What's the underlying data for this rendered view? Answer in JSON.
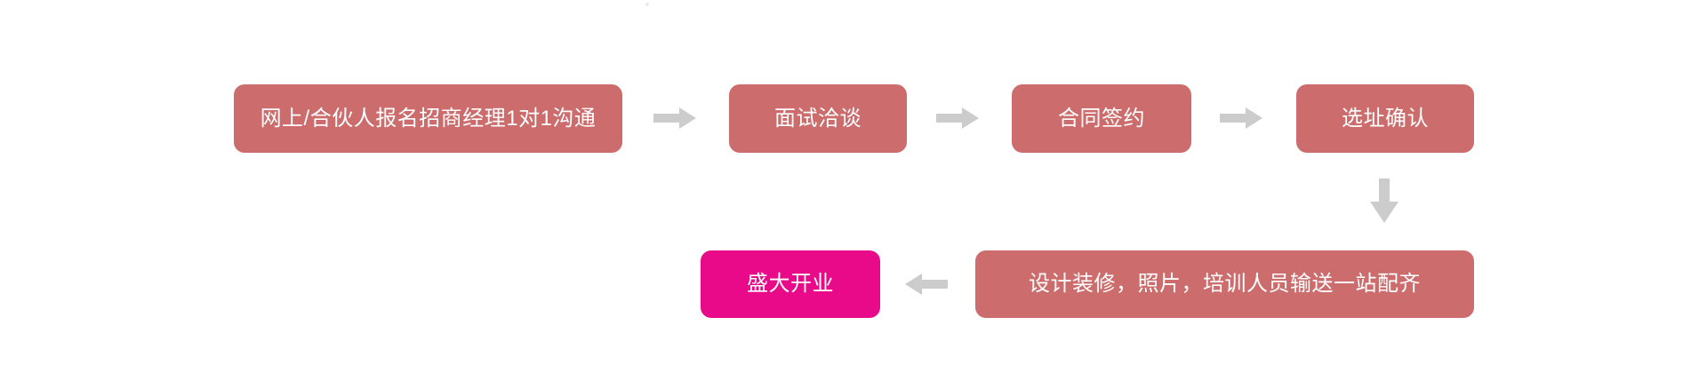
{
  "colors": {
    "page_bg": "#ffffff",
    "step_box": "#cc6c6c",
    "final_box": "#e80a88",
    "arrow": "#cccccc",
    "box_text": "#ffffff"
  },
  "flowchart": {
    "steps": [
      {
        "label": "网上/合伙人报名招商经理1对1沟通"
      },
      {
        "label": "面试洽谈"
      },
      {
        "label": "合同签约"
      },
      {
        "label": "选址确认"
      },
      {
        "label": "设计装修，照片，培训人员输送一站配齐"
      },
      {
        "label": "盛大开业"
      }
    ],
    "arrows": [
      {
        "name": "arrow-1",
        "direction": "right"
      },
      {
        "name": "arrow-2",
        "direction": "right"
      },
      {
        "name": "arrow-3",
        "direction": "right"
      },
      {
        "name": "arrow-4",
        "direction": "down"
      },
      {
        "name": "arrow-5",
        "direction": "left"
      }
    ]
  }
}
